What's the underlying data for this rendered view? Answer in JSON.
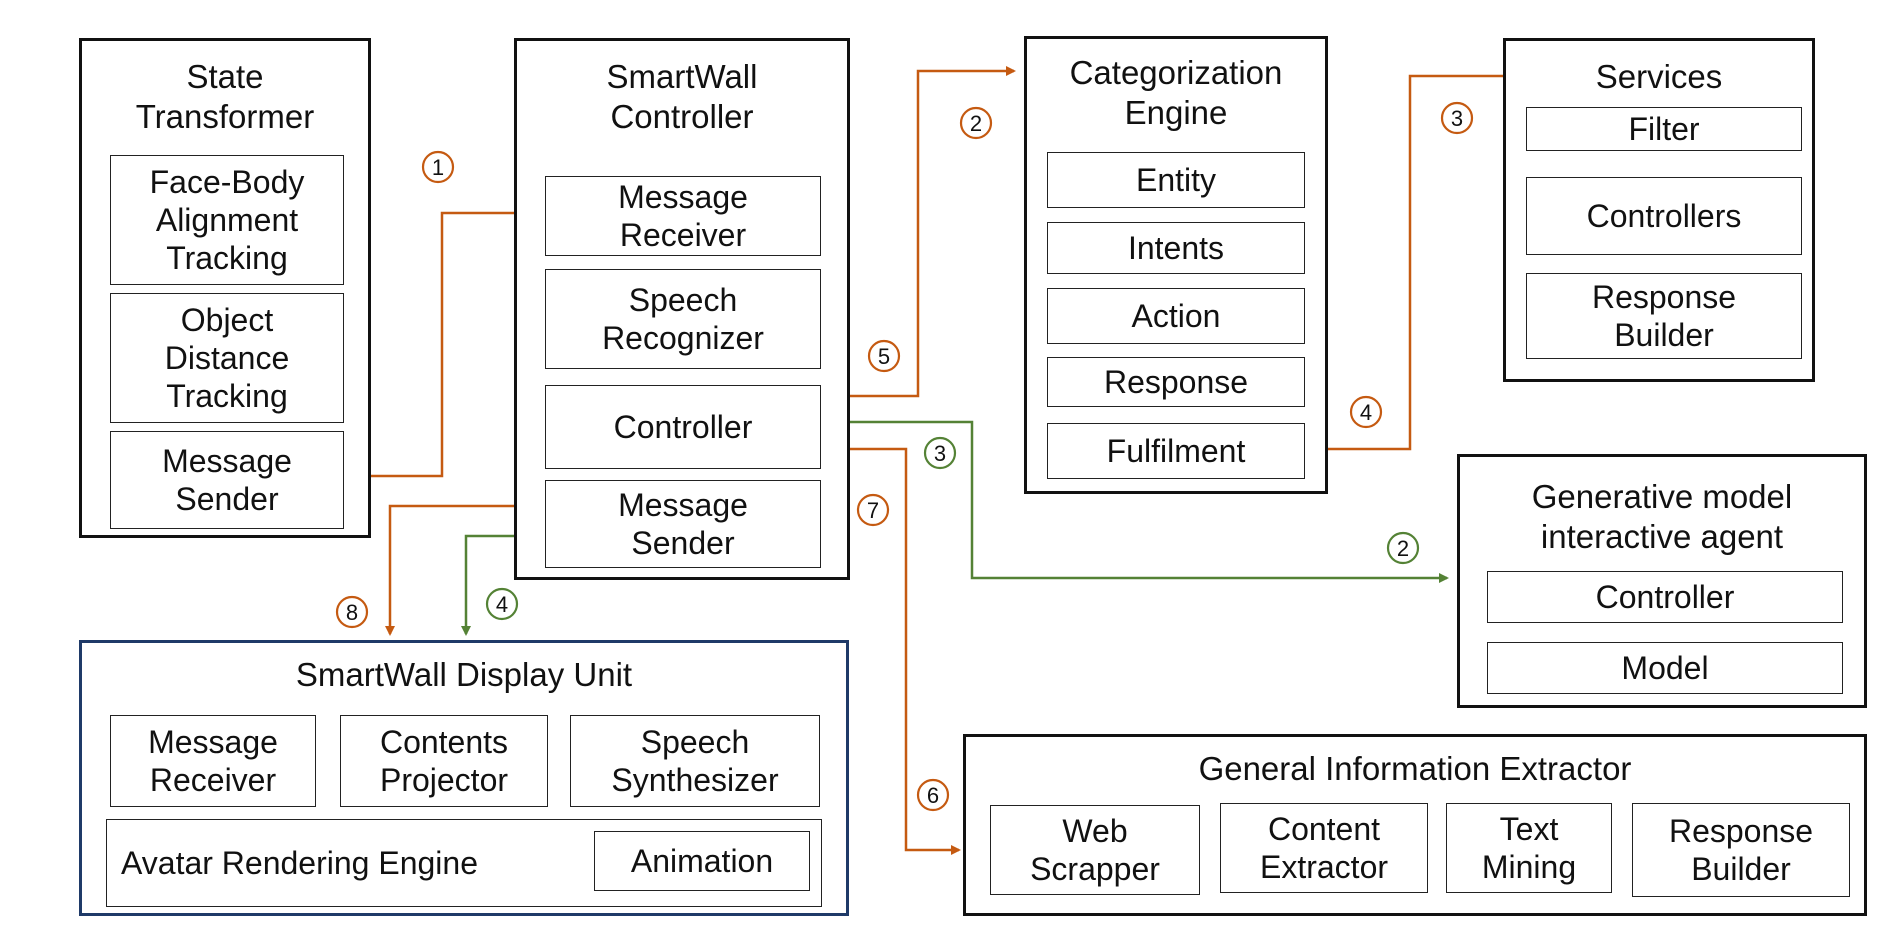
{
  "state_transformer": {
    "title": "State\nTransformer",
    "items": [
      "Face-Body\nAlignment\nTracking",
      "Object\nDistance\nTracking",
      "Message\nSender"
    ]
  },
  "smartwall_controller": {
    "title": "SmartWall\nController",
    "items": [
      "Message\nReceiver",
      "Speech\nRecognizer",
      "Controller",
      "Message\nSender"
    ]
  },
  "categorization_engine": {
    "title": "Categorization\nEngine",
    "items": [
      "Entity",
      "Intents",
      "Action",
      "Response",
      "Fulfilment"
    ]
  },
  "services": {
    "title": "Services",
    "items": [
      "Filter",
      "Controllers",
      "Response\nBuilder"
    ]
  },
  "generative_agent": {
    "title": "Generative model\ninteractive agent",
    "items": [
      "Controller",
      "Model"
    ]
  },
  "display_unit": {
    "title": "SmartWall Display Unit",
    "items": [
      "Message\nReceiver",
      "Contents\nProjector",
      "Speech\nSynthesizer"
    ],
    "avatar_engine": "Avatar Rendering Engine",
    "animation": "Animation"
  },
  "info_extractor": {
    "title": "General Information Extractor",
    "items": [
      "Web\nScrapper",
      "Content\nExtractor",
      "Text\nMining",
      "Response\nBuilder"
    ]
  },
  "flows": {
    "orange_color": "#c55a11",
    "green_color": "#548235",
    "orange_steps": [
      "1",
      "2",
      "3",
      "4",
      "5",
      "6",
      "7",
      "8"
    ],
    "green_steps": [
      "2",
      "3",
      "4"
    ]
  }
}
